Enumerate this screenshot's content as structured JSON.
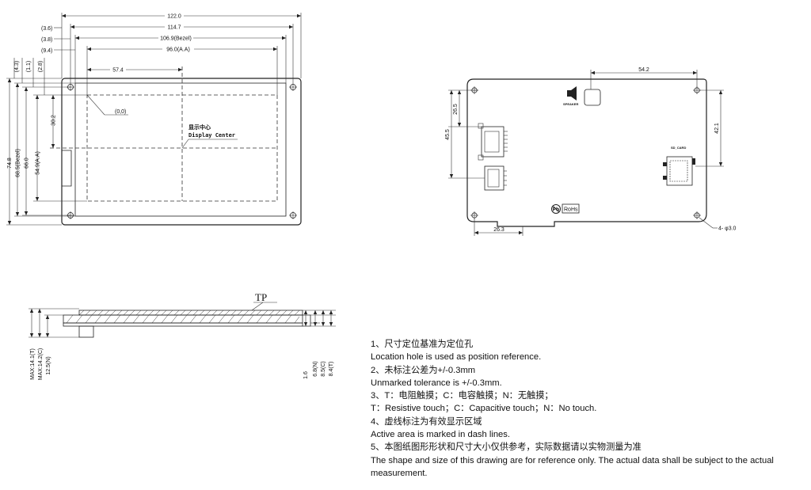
{
  "front_view": {
    "dims_top": {
      "overall": "122.0",
      "d1": "114.7",
      "bezel": "106.9(Bezel)",
      "active": "96.0(A.A)",
      "center_x": "57.4",
      "off1": "(3.6)",
      "off2": "(3.8)",
      "off3": "(9.4)"
    },
    "dims_left": {
      "overall": "74.8",
      "bezel": "68.5(Bezel)",
      "d1": "66.0",
      "active": "54.9(A.A)",
      "center_y": "30.2",
      "off1": "(4.3)",
      "off2": "(1.1)",
      "off3": "(2.8)"
    },
    "origin": "(0,0)",
    "center_cn": "显示中心",
    "center_en": "Display Center"
  },
  "back_view": {
    "dim_top": "54.2",
    "dim_right": "42.1",
    "dim_left_outer": "45.5",
    "dim_left_inner": "26.5",
    "dim_bottom": "26.3",
    "hole": "4- φ3.0",
    "speaker_label": "SPEAKER",
    "sd_label": "SD_CARD",
    "rohs": "RoHs"
  },
  "side_view": {
    "tp": "TP",
    "left_dims": [
      "MAX:14.1(T)",
      "MAX:14.2(C)",
      "12.5(N)"
    ],
    "right_dims": [
      "1.6",
      "6.8(N)",
      "8.5(C)",
      "8.4(T)"
    ]
  },
  "notes": [
    "1、尺寸定位基准为定位孔",
    "Location hole is used as position reference.",
    "2、未标注公差为+/-0.3mm",
    "Unmarked tolerance is +/-0.3mm.",
    "3、T：电阻触摸；C：电容触摸；N：无触摸；",
    "T：Resistive touch；C：Capacitive touch；N：No touch.",
    "4、虚线标注为有效显示区域",
    "Active area is marked in dash lines.",
    "5、本图纸图形形状和尺寸大小仅供参考，实际数据请以实物测量为准",
    "The shape and size of this drawing are for reference only. The actual data shall be subject to the actual measurement."
  ]
}
